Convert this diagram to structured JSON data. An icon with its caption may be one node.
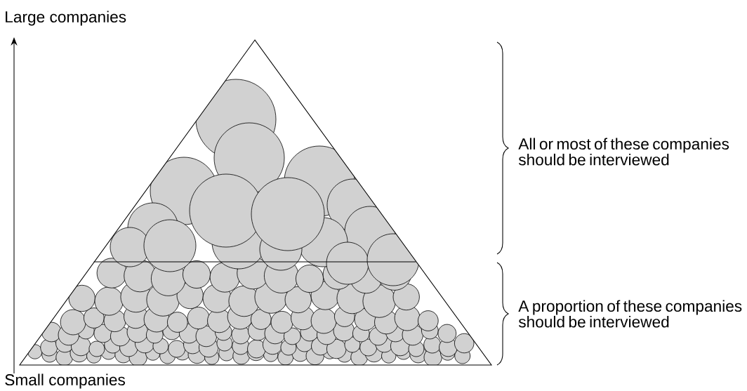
{
  "diagram": {
    "labels": [
      "Large companies",
      "All or most of these companies should be interviewed",
      "A proportion of these companies should be interviewed",
      "Small companies"
    ]
  }
}
